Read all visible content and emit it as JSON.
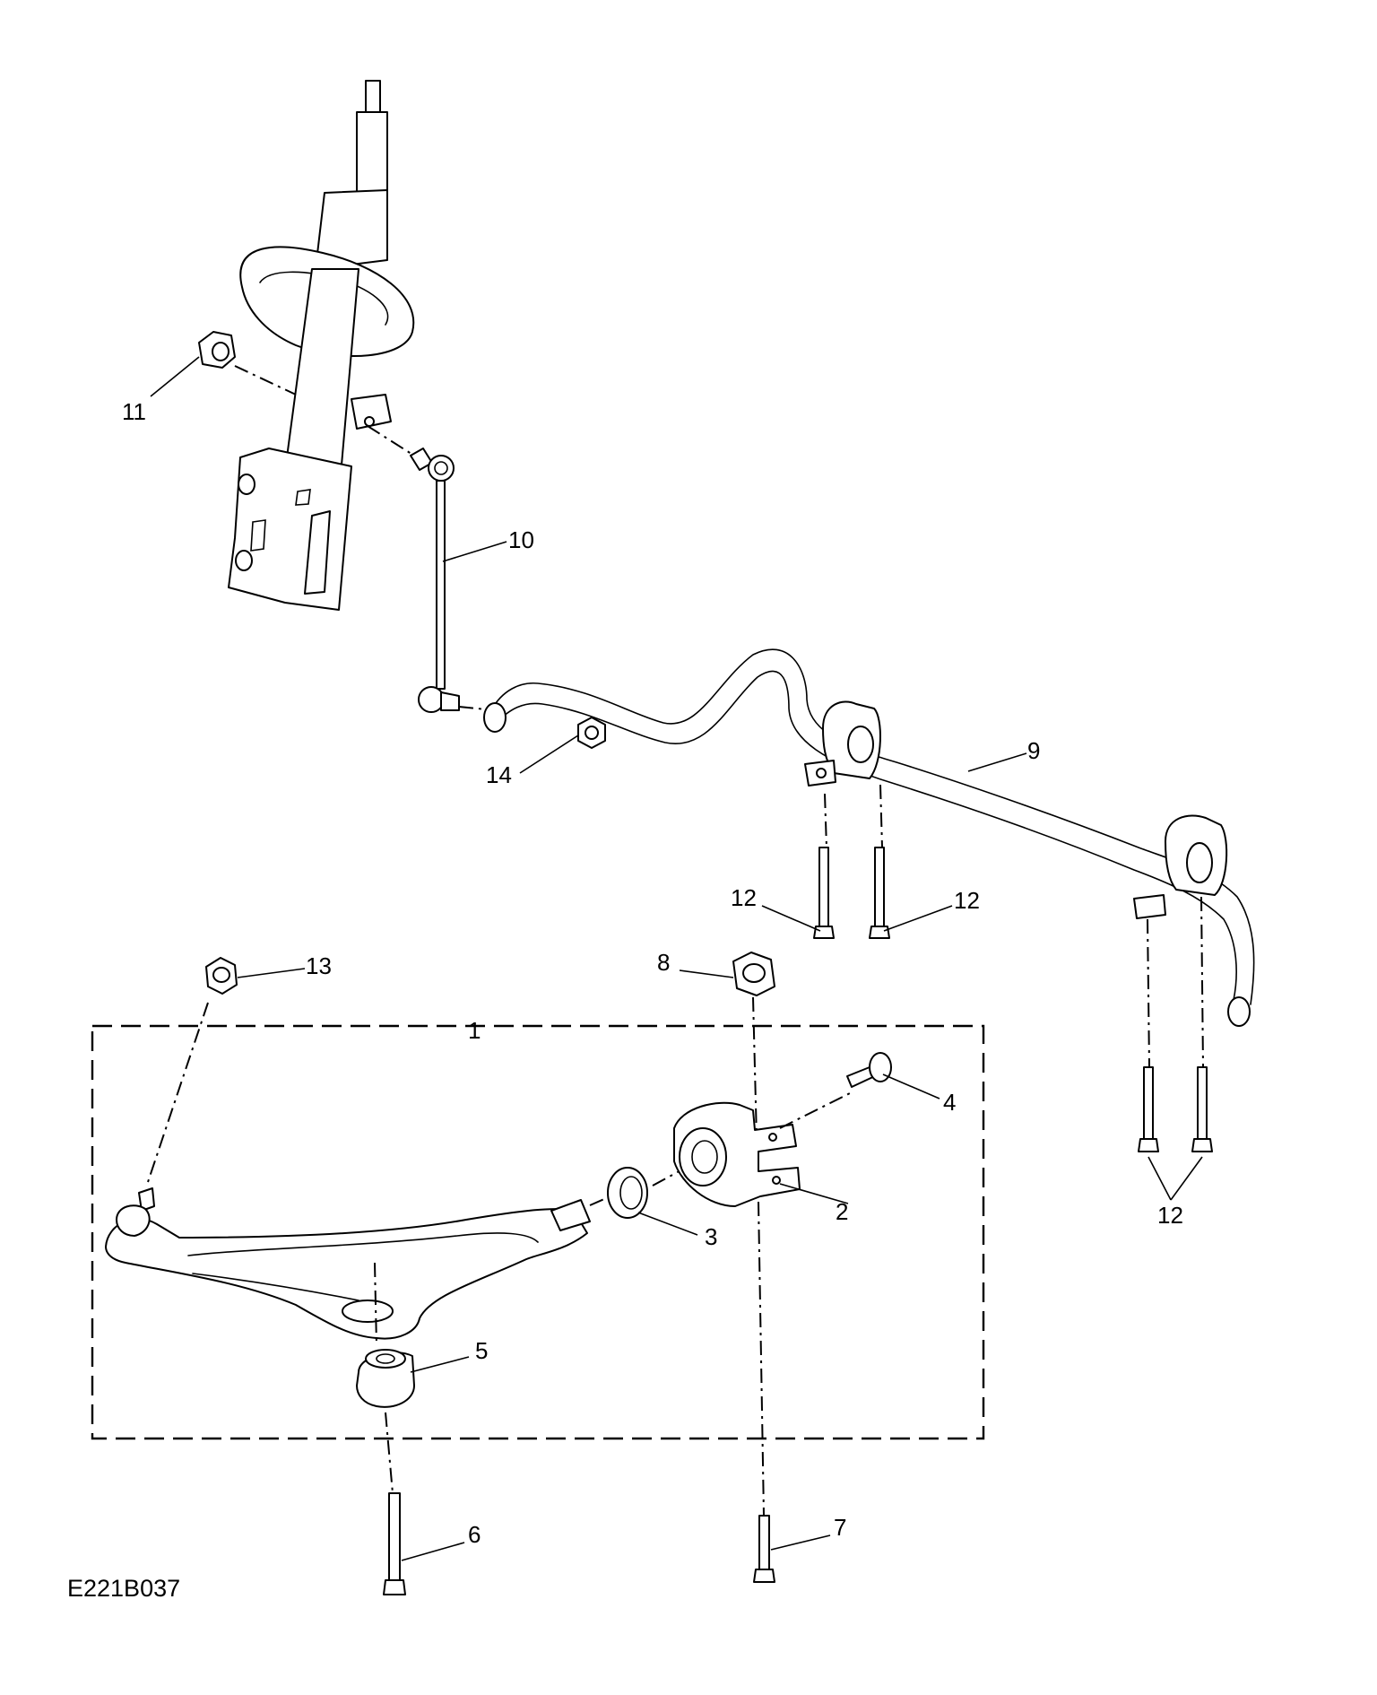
{
  "figure": {
    "reference": "E221B037"
  },
  "callouts": {
    "c1": "1",
    "c2": "2",
    "c3": "3",
    "c4": "4",
    "c5": "5",
    "c6": "6",
    "c7": "7",
    "c8": "8",
    "c9": "9",
    "c10": "10",
    "c11": "11",
    "c12a": "12",
    "c12b": "12",
    "c12c": "12",
    "c13": "13",
    "c14": "14"
  },
  "colors": {
    "line": "#000000",
    "background": "#ffffff"
  }
}
